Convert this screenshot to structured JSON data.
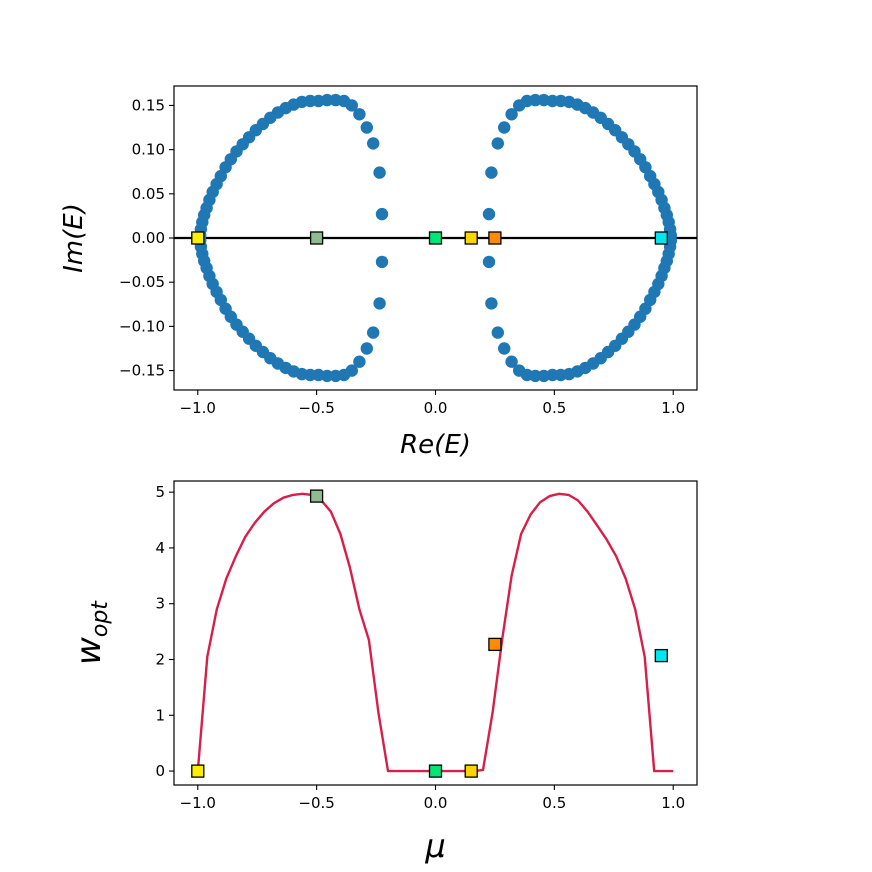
{
  "chart_data": [
    {
      "type": "scatter",
      "xlabel": "Re(E)",
      "ylabel": "Im(E)",
      "xlim": [
        -1.1,
        1.1
      ],
      "ylim": [
        -0.172,
        0.172
      ],
      "xticks": [
        -1.0,
        -0.5,
        0.0,
        0.5,
        1.0
      ],
      "xtick_labels": [
        "−1.0",
        "−0.5",
        "0.0",
        "0.5",
        "1.0"
      ],
      "yticks": [
        -0.15,
        -0.1,
        -0.05,
        0.0,
        0.05,
        0.1,
        0.15
      ],
      "ytick_labels": [
        "−0.15",
        "−0.10",
        "−0.05",
        "0.00",
        "0.05",
        "0.10",
        "0.15"
      ],
      "grid": false,
      "zero_line": {
        "y": 0,
        "color": "#000000"
      },
      "series": [
        {
          "marker": "circle",
          "color": "#1f77b4",
          "points": [
            [
              -0.225,
              0.027
            ],
            [
              -0.235,
              0.074
            ],
            [
              -0.262,
              0.107
            ],
            [
              -0.289,
              0.125
            ],
            [
              -0.32,
              0.14
            ],
            [
              -0.352,
              0.15
            ],
            [
              -0.385,
              0.155
            ],
            [
              -0.42,
              0.156
            ],
            [
              -0.456,
              0.156
            ],
            [
              -0.492,
              0.155
            ],
            [
              -0.527,
              0.155
            ],
            [
              -0.562,
              0.154
            ],
            [
              -0.597,
              0.151
            ],
            [
              -0.63,
              0.147
            ],
            [
              -0.663,
              0.142
            ],
            [
              -0.695,
              0.136
            ],
            [
              -0.726,
              0.129
            ],
            [
              -0.756,
              0.122
            ],
            [
              -0.784,
              0.114
            ],
            [
              -0.811,
              0.106
            ],
            [
              -0.837,
              0.098
            ],
            [
              -0.861,
              0.089
            ],
            [
              -0.883,
              0.08
            ],
            [
              -0.903,
              0.07
            ],
            [
              -0.921,
              0.061
            ],
            [
              -0.937,
              0.052
            ],
            [
              -0.951,
              0.043
            ],
            [
              -0.963,
              0.034
            ],
            [
              -0.973,
              0.026
            ],
            [
              -0.981,
              0.018
            ],
            [
              -0.987,
              0.01
            ],
            [
              -0.99,
              0.003
            ],
            [
              -0.225,
              -0.027
            ],
            [
              -0.235,
              -0.074
            ],
            [
              -0.262,
              -0.107
            ],
            [
              -0.289,
              -0.125
            ],
            [
              -0.32,
              -0.14
            ],
            [
              -0.352,
              -0.15
            ],
            [
              -0.385,
              -0.155
            ],
            [
              -0.42,
              -0.156
            ],
            [
              -0.456,
              -0.156
            ],
            [
              -0.492,
              -0.155
            ],
            [
              -0.527,
              -0.155
            ],
            [
              -0.562,
              -0.154
            ],
            [
              -0.597,
              -0.151
            ],
            [
              -0.63,
              -0.147
            ],
            [
              -0.663,
              -0.142
            ],
            [
              -0.695,
              -0.136
            ],
            [
              -0.726,
              -0.129
            ],
            [
              -0.756,
              -0.122
            ],
            [
              -0.784,
              -0.114
            ],
            [
              -0.811,
              -0.106
            ],
            [
              -0.837,
              -0.098
            ],
            [
              -0.861,
              -0.089
            ],
            [
              -0.883,
              -0.08
            ],
            [
              -0.903,
              -0.07
            ],
            [
              -0.921,
              -0.061
            ],
            [
              -0.937,
              -0.052
            ],
            [
              -0.951,
              -0.043
            ],
            [
              -0.963,
              -0.034
            ],
            [
              -0.973,
              -0.026
            ],
            [
              -0.981,
              -0.018
            ],
            [
              -0.987,
              -0.01
            ],
            [
              -0.99,
              -0.003
            ],
            [
              0.225,
              0.027
            ],
            [
              0.235,
              0.074
            ],
            [
              0.262,
              0.107
            ],
            [
              0.289,
              0.125
            ],
            [
              0.32,
              0.14
            ],
            [
              0.352,
              0.15
            ],
            [
              0.385,
              0.155
            ],
            [
              0.42,
              0.156
            ],
            [
              0.456,
              0.156
            ],
            [
              0.492,
              0.155
            ],
            [
              0.527,
              0.155
            ],
            [
              0.562,
              0.154
            ],
            [
              0.597,
              0.151
            ],
            [
              0.63,
              0.147
            ],
            [
              0.663,
              0.142
            ],
            [
              0.695,
              0.136
            ],
            [
              0.726,
              0.129
            ],
            [
              0.756,
              0.122
            ],
            [
              0.784,
              0.114
            ],
            [
              0.811,
              0.106
            ],
            [
              0.837,
              0.098
            ],
            [
              0.861,
              0.089
            ],
            [
              0.883,
              0.08
            ],
            [
              0.903,
              0.07
            ],
            [
              0.921,
              0.061
            ],
            [
              0.937,
              0.052
            ],
            [
              0.951,
              0.043
            ],
            [
              0.963,
              0.034
            ],
            [
              0.973,
              0.026
            ],
            [
              0.981,
              0.018
            ],
            [
              0.987,
              0.01
            ],
            [
              0.99,
              0.003
            ],
            [
              0.225,
              -0.027
            ],
            [
              0.235,
              -0.074
            ],
            [
              0.262,
              -0.107
            ],
            [
              0.289,
              -0.125
            ],
            [
              0.32,
              -0.14
            ],
            [
              0.352,
              -0.15
            ],
            [
              0.385,
              -0.155
            ],
            [
              0.42,
              -0.156
            ],
            [
              0.456,
              -0.156
            ],
            [
              0.492,
              -0.155
            ],
            [
              0.527,
              -0.155
            ],
            [
              0.562,
              -0.154
            ],
            [
              0.597,
              -0.151
            ],
            [
              0.63,
              -0.147
            ],
            [
              0.663,
              -0.142
            ],
            [
              0.695,
              -0.136
            ],
            [
              0.726,
              -0.129
            ],
            [
              0.756,
              -0.122
            ],
            [
              0.784,
              -0.114
            ],
            [
              0.811,
              -0.106
            ],
            [
              0.837,
              -0.098
            ],
            [
              0.861,
              -0.089
            ],
            [
              0.883,
              -0.08
            ],
            [
              0.903,
              -0.07
            ],
            [
              0.921,
              -0.061
            ],
            [
              0.937,
              -0.052
            ],
            [
              0.951,
              -0.043
            ],
            [
              0.963,
              -0.034
            ],
            [
              0.973,
              -0.026
            ],
            [
              0.981,
              -0.018
            ],
            [
              0.987,
              -0.01
            ],
            [
              0.99,
              -0.003
            ]
          ]
        },
        {
          "marker": "square",
          "points": [
            {
              "x": -1.0,
              "y": 0.0,
              "color": "#ffee00"
            },
            {
              "x": -0.5,
              "y": 0.0,
              "color": "#8fbc8f"
            },
            {
              "x": 0.0,
              "y": 0.0,
              "color": "#00e676"
            },
            {
              "x": 0.15,
              "y": 0.0,
              "color": "#ffd500"
            },
            {
              "x": 0.25,
              "y": 0.0,
              "color": "#ff8c00"
            },
            {
              "x": 0.95,
              "y": 0.0,
              "color": "#00e5ee"
            }
          ]
        }
      ]
    },
    {
      "type": "line",
      "xlabel": "μ",
      "ylabel": "w",
      "ylabel_subscript": "opt",
      "xlim": [
        -1.1,
        1.1
      ],
      "ylim": [
        -0.25,
        5.2
      ],
      "xticks": [
        -1.0,
        -0.5,
        0.0,
        0.5,
        1.0
      ],
      "xtick_labels": [
        "−1.0",
        "−0.5",
        "0.0",
        "0.5",
        "1.0"
      ],
      "yticks": [
        0,
        1,
        2,
        3,
        4,
        5
      ],
      "ytick_labels": [
        "0",
        "1",
        "2",
        "3",
        "4",
        "5"
      ],
      "grid": false,
      "series": [
        {
          "color": "#d6204a",
          "x": [
            -1.0,
            -0.96,
            -0.92,
            -0.88,
            -0.84,
            -0.8,
            -0.76,
            -0.72,
            -0.68,
            -0.64,
            -0.6,
            -0.56,
            -0.52,
            -0.48,
            -0.44,
            -0.4,
            -0.36,
            -0.32,
            -0.28,
            -0.24,
            -0.2,
            -0.16,
            -0.12,
            -0.08,
            -0.04,
            0.0,
            0.04,
            0.08,
            0.12,
            0.16,
            0.2,
            0.24,
            0.28,
            0.32,
            0.36,
            0.4,
            0.44,
            0.48,
            0.52,
            0.56,
            0.6,
            0.64,
            0.68,
            0.72,
            0.76,
            0.8,
            0.84,
            0.88,
            0.92,
            0.96,
            1.0
          ],
          "y": [
            0.0,
            2.05,
            2.9,
            3.45,
            3.85,
            4.2,
            4.45,
            4.65,
            4.8,
            4.9,
            4.95,
            4.97,
            4.95,
            4.85,
            4.65,
            4.25,
            3.65,
            2.9,
            2.35,
            1.05,
            0.0,
            0.0,
            0.0,
            0.0,
            0.0,
            0.0,
            0.0,
            0.0,
            0.0,
            0.0,
            0.02,
            1.05,
            2.35,
            3.5,
            4.25,
            4.6,
            4.82,
            4.93,
            4.97,
            4.95,
            4.85,
            4.65,
            4.4,
            4.15,
            3.85,
            3.45,
            2.9,
            2.05,
            0.0,
            0.0,
            0.0
          ]
        },
        {
          "marker": "square",
          "points": [
            {
              "x": -1.0,
              "y": 0.0,
              "color": "#ffee00"
            },
            {
              "x": -0.5,
              "y": 4.93,
              "color": "#8fbc8f"
            },
            {
              "x": 0.0,
              "y": 0.0,
              "color": "#00e676"
            },
            {
              "x": 0.15,
              "y": 0.0,
              "color": "#ffd500"
            },
            {
              "x": 0.25,
              "y": 2.27,
              "color": "#ff8c00"
            },
            {
              "x": 0.95,
              "y": 2.07,
              "color": "#00e5ee"
            }
          ]
        }
      ]
    }
  ]
}
